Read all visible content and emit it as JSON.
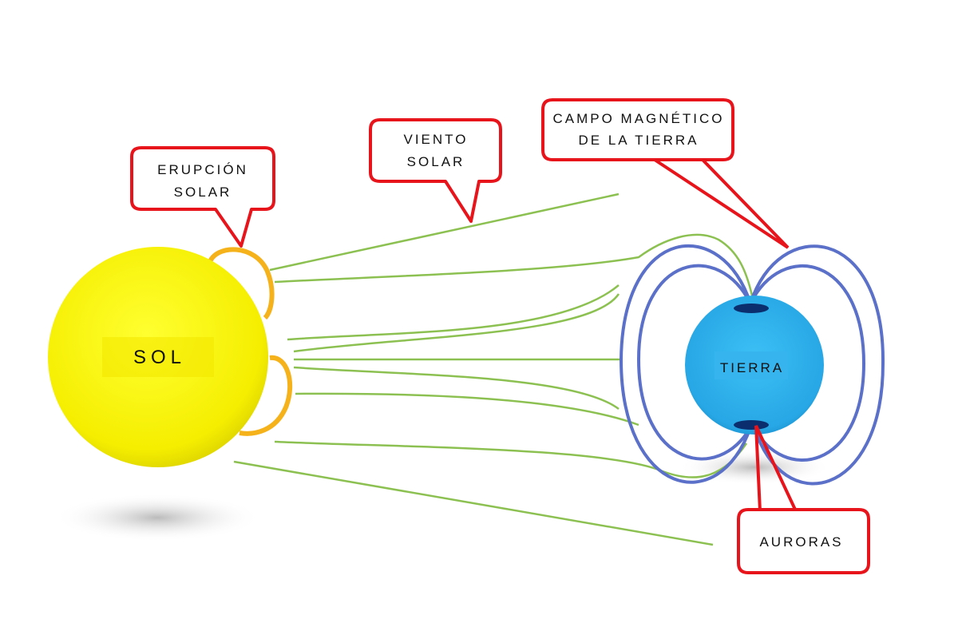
{
  "labels": {
    "sun": "SOL",
    "earth": "TIERRA",
    "eruption_line1": "ERUPCIÓN",
    "eruption_line2": "SOLAR",
    "wind_line1": "VIENTO",
    "wind_line2": "SOLAR",
    "field_line1": "CAMPO MAGNÉTICO",
    "field_line2": "DE LA TIERRA",
    "auroras": "AURORAS"
  },
  "colors": {
    "sun": "#f7f100",
    "earth": "#2aa8e6",
    "callout_border": "#e8141c",
    "solar_wind": "#8cc152",
    "magnetic_field": "#5b70c8",
    "flare": "#f5b21a"
  }
}
